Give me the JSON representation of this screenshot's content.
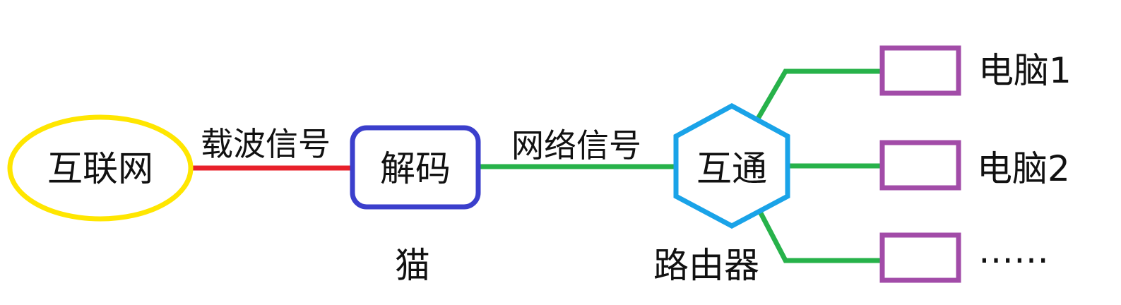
{
  "nodes": {
    "internet": {
      "label": "互联网",
      "color": "#FFE600"
    },
    "modem": {
      "label": "解码",
      "caption": "猫",
      "color": "#3B3FCC"
    },
    "router": {
      "label": "互通",
      "caption": "路由器",
      "color": "#1AA3E8"
    },
    "computer1": {
      "label": "电脑1",
      "color": "#A24CA8"
    },
    "computer2": {
      "label": "电脑2",
      "color": "#A24CA8"
    },
    "more": {
      "label": "……",
      "color": "#A24CA8"
    }
  },
  "edges": {
    "carrier": {
      "label": "载波信号",
      "color": "#E8202A"
    },
    "network": {
      "label": "网络信号",
      "color": "#27B24A"
    },
    "lan_color": "#27B24A"
  }
}
